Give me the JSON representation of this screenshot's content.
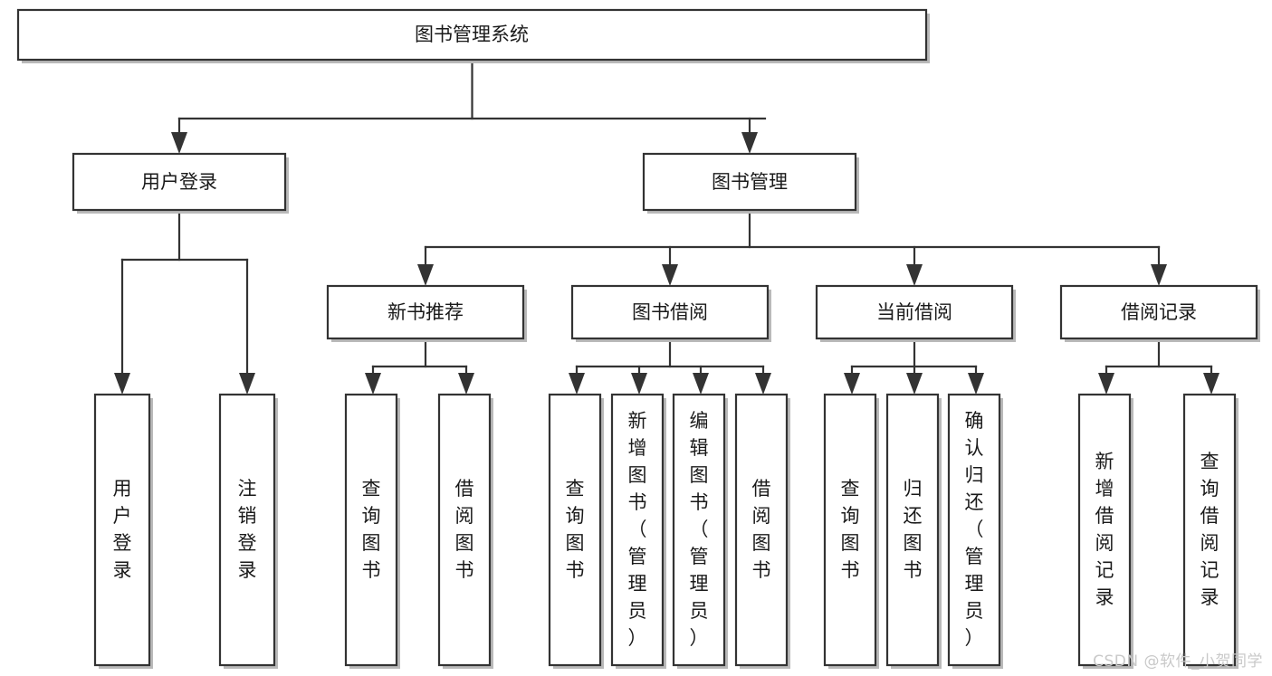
{
  "diagram": {
    "type": "tree-hierarchy-chart",
    "title": "图书管理系统",
    "orientation": "top-down",
    "colors": {
      "box_fill": "#ffffff",
      "box_stroke": "#333333",
      "text": "#1a1a1a",
      "watermark": "#c9c9c9",
      "background": "#ffffff"
    }
  },
  "root": {
    "id": "root",
    "label": "图书管理系统",
    "level": 1
  },
  "level2": [
    {
      "id": "user-login",
      "label": "用户登录",
      "level": 2
    },
    {
      "id": "book-manage",
      "label": "图书管理",
      "level": 2
    }
  ],
  "level3": [
    {
      "id": "new-book-recommend",
      "label": "新书推荐",
      "level": 3,
      "parent": "book-manage"
    },
    {
      "id": "book-borrow",
      "label": "图书借阅",
      "level": 3,
      "parent": "book-manage"
    },
    {
      "id": "current-borrow",
      "label": "当前借阅",
      "level": 3,
      "parent": "book-manage"
    },
    {
      "id": "borrow-record",
      "label": "借阅记录",
      "level": 3,
      "parent": "book-manage"
    }
  ],
  "leaves": [
    {
      "id": "leaf-user-login",
      "label": "用户登录",
      "parent": "user-login"
    },
    {
      "id": "leaf-user-logout",
      "label": "注销登录",
      "parent": "user-login"
    },
    {
      "id": "leaf-query-book-1",
      "label": "查询图书",
      "parent": "new-book-recommend"
    },
    {
      "id": "leaf-borrow-book-1",
      "label": "借阅图书",
      "parent": "new-book-recommend"
    },
    {
      "id": "leaf-query-book-2",
      "label": "查询图书",
      "parent": "book-borrow"
    },
    {
      "id": "leaf-add-book",
      "label": "新增图书（管理员）",
      "parent": "book-borrow"
    },
    {
      "id": "leaf-edit-book",
      "label": "编辑图书（管理员）",
      "parent": "book-borrow"
    },
    {
      "id": "leaf-borrow-book-2",
      "label": "借阅图书",
      "parent": "book-borrow"
    },
    {
      "id": "leaf-query-book-3",
      "label": "查询图书",
      "parent": "current-borrow"
    },
    {
      "id": "leaf-return-book",
      "label": "归还图书",
      "parent": "current-borrow"
    },
    {
      "id": "leaf-confirm-return",
      "label": "确认归还（管理员）",
      "parent": "current-borrow"
    },
    {
      "id": "leaf-add-record",
      "label": "新增借阅记录",
      "parent": "borrow-record"
    },
    {
      "id": "leaf-query-record",
      "label": "查询借阅记录",
      "parent": "borrow-record"
    }
  ],
  "watermark": {
    "text": "CSDN @软件_小贺同学"
  }
}
